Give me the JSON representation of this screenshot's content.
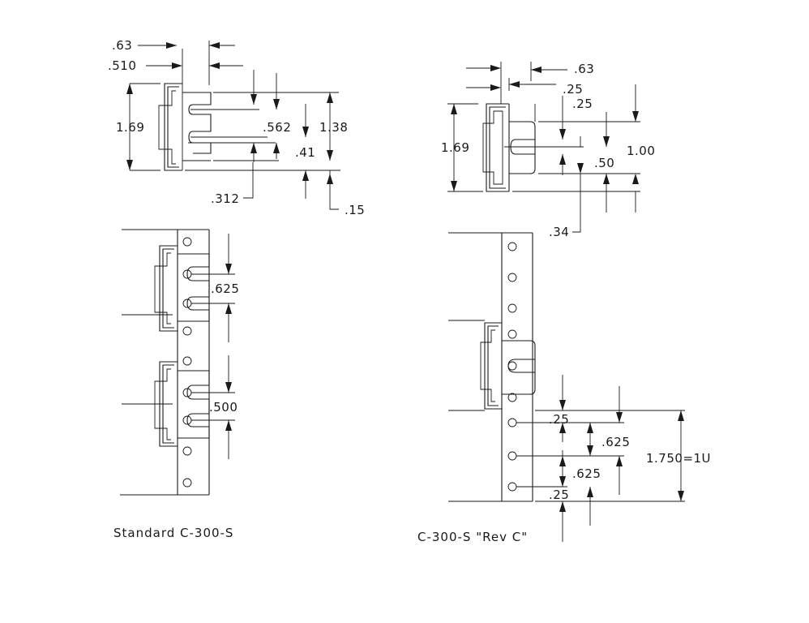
{
  "captions": {
    "standard": "Standard C-300-S",
    "revc": "C-300-S \"Rev C\""
  },
  "standard_top": {
    "d063": ".63",
    "d0510": ".510",
    "d169": "1.69",
    "d0562": ".562",
    "d138": "1.38",
    "d041": ".41",
    "d0312": ".312",
    "d015": ".15"
  },
  "standard_rack": {
    "d0625": ".625",
    "d0500": ".500"
  },
  "revc_top": {
    "d063": ".63",
    "d025a": ".25",
    "d025b": ".25",
    "d169": "1.69",
    "d100": "1.00",
    "d050": ".50",
    "d034": ".34"
  },
  "revc_rack": {
    "d025top": ".25",
    "d0625a": ".625",
    "d0625b": ".625",
    "d1u": "1.750=1U",
    "d025bot": ".25"
  }
}
